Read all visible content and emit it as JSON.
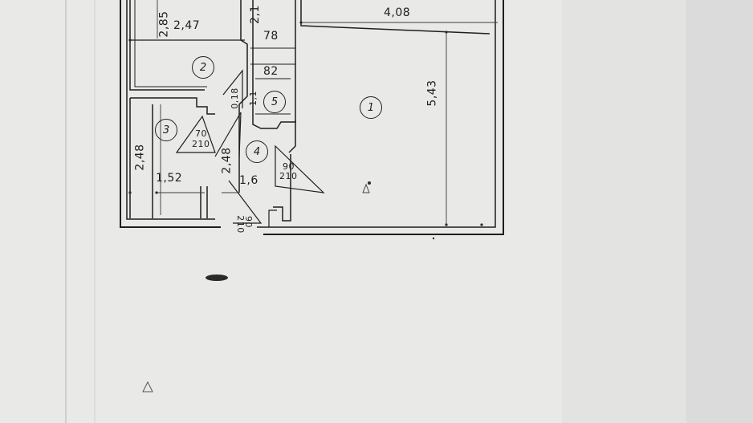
{
  "rooms": [
    {
      "number": "1"
    },
    {
      "number": "2"
    },
    {
      "number": "3"
    },
    {
      "number": "4"
    },
    {
      "number": "5"
    }
  ],
  "dimensions": {
    "room1_width": "4,08",
    "room1_length": "5,43",
    "room2_width": "2,47",
    "room2_length": "2,85",
    "corridor_length": "2,1",
    "bath_width": "78",
    "bath_depth": "82",
    "wc_width": "0,18",
    "wc_depth": "1,1",
    "room3_length": "2,48",
    "room3_width": "1,52",
    "room4_length": "2,48",
    "room4_width": "1,6"
  },
  "doors": {
    "door_70": {
      "width": "70",
      "height": "210"
    },
    "door_90": {
      "width": "90",
      "height": "210"
    },
    "door_entry": {
      "width": "90",
      "height": "210"
    }
  }
}
